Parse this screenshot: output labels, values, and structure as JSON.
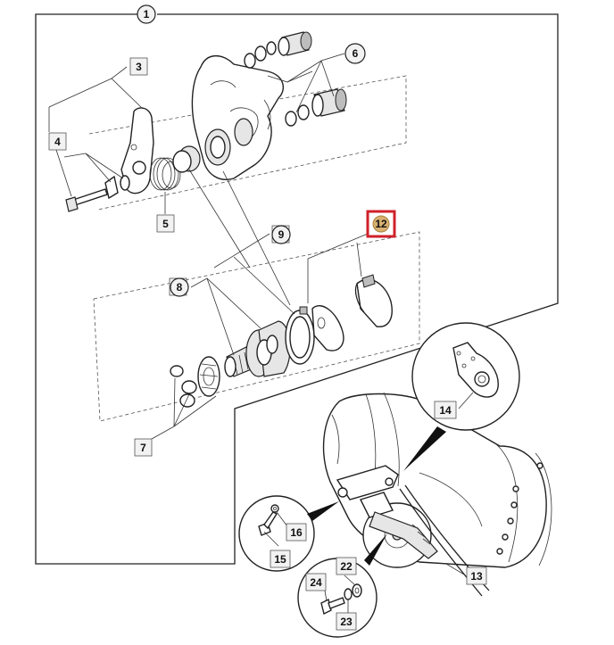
{
  "callouts": {
    "c1": "1",
    "c3": "3",
    "c4": "4",
    "c5": "5",
    "c6": "6",
    "c7": "7",
    "c8": "8",
    "c9": "9",
    "c12": "12",
    "c13": "13",
    "c14": "14",
    "c15": "15",
    "c16": "16",
    "c22": "22",
    "c23": "23",
    "c24": "24"
  },
  "colors": {
    "highlight_border": "#d0202a",
    "highlight_fill": "#d8b070",
    "label_box_fill": "#f2f2f2",
    "line": "#222222"
  }
}
